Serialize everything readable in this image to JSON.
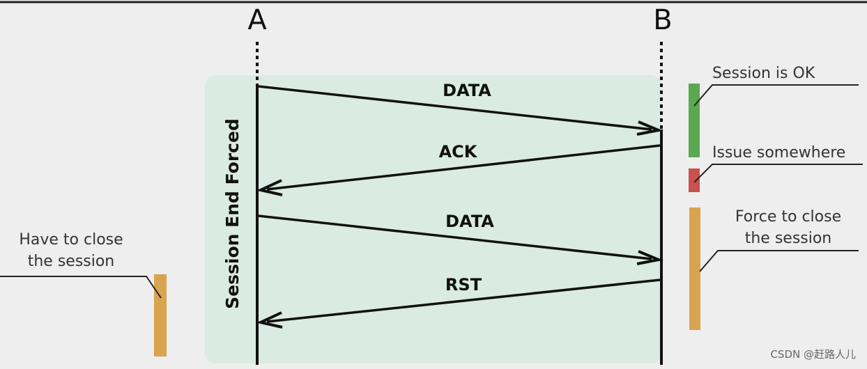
{
  "diagram": {
    "hosts": {
      "a": "A",
      "b": "B"
    },
    "session_box_label": "Session End Forced",
    "messages": [
      {
        "label": "DATA",
        "from": "A",
        "to": "B"
      },
      {
        "label": "ACK",
        "from": "B",
        "to": "A"
      },
      {
        "label": "DATA",
        "from": "A",
        "to": "B"
      },
      {
        "label": "RST",
        "from": "B",
        "to": "A"
      }
    ],
    "legend": {
      "session_ok": {
        "text": "Session is OK",
        "color": "#5aa84f"
      },
      "issue": {
        "text": "Issue somewhere",
        "color": "#c9514f"
      },
      "force_close": {
        "line1": "Force to close",
        "line2": "the session",
        "color": "#d9a450"
      },
      "have_to_close": {
        "line1": "Have to close",
        "line2": "the session",
        "color": "#d9a450"
      }
    },
    "colors": {
      "background": "#eeeeee",
      "session_box": "#d9ebe3",
      "ink": "#111111",
      "label_text": "#333333"
    }
  },
  "watermark": "CSDN @赶路人儿"
}
